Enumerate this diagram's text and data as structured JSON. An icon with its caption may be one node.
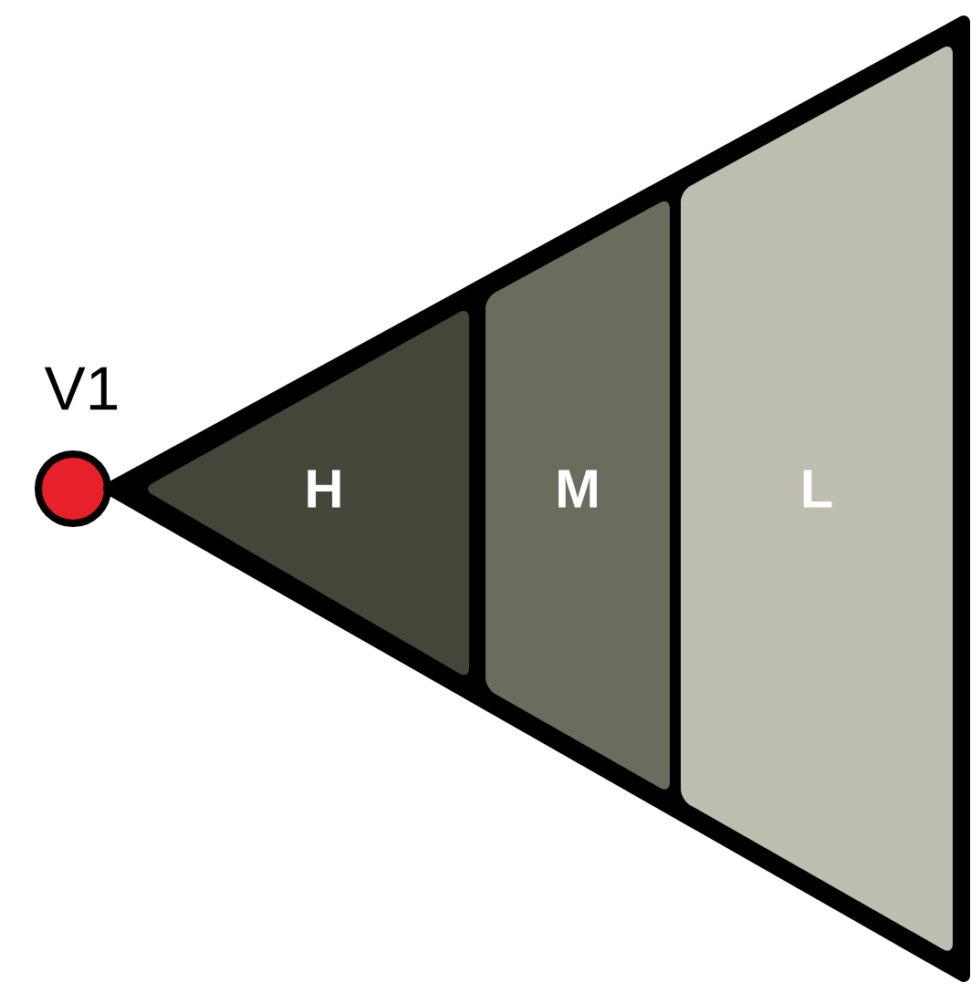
{
  "diagram": {
    "nodes": [
      {
        "text": [
          "V1"
        ]
      },
      {
        "text": [],
        "shape": "triangle"
      },
      {
        "text": [
          "H"
        ],
        "in": 1
      },
      {
        "text": [
          "M"
        ],
        "in": 1
      },
      {
        "text": [
          "L"
        ],
        "in": 1
      }
    ]
  }
}
